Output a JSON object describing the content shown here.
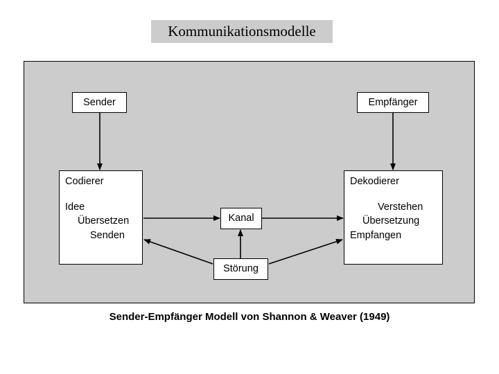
{
  "title": {
    "text": "Kommunikationsmodelle"
  },
  "caption": {
    "text": "Sender-Empfänger Modell von Shannon & Weaver (1949)"
  },
  "diagram": {
    "background_color": "#cccccc",
    "node_fill_color": "#ffffff",
    "stroke_color": "#000000",
    "nodes": {
      "sender": {
        "label": "Sender"
      },
      "empfaenger": {
        "label": "Empfänger"
      },
      "codierer": {
        "label": "Codierer",
        "lines": [
          "Idee",
          "Übersetzen",
          "Senden"
        ]
      },
      "dekodierer": {
        "label": "Dekodierer",
        "lines": [
          "Verstehen",
          "Übersetzung",
          "Empfangen"
        ]
      },
      "kanal": {
        "label": "Kanal"
      },
      "stoerung": {
        "label": "Störung"
      }
    },
    "connections": [
      {
        "from": "sender",
        "to": "codierer",
        "kind": "arrow-down"
      },
      {
        "from": "empfaenger",
        "to": "dekodierer",
        "kind": "arrow-down"
      },
      {
        "from": "codierer",
        "to": "kanal",
        "kind": "arrow-right"
      },
      {
        "from": "kanal",
        "to": "dekodierer",
        "kind": "arrow-right"
      },
      {
        "from": "stoerung",
        "to": "kanal",
        "kind": "arrow-up"
      },
      {
        "from": "stoerung",
        "to": "codierer",
        "kind": "arrow-diagonal-left"
      },
      {
        "from": "stoerung",
        "to": "dekodierer",
        "kind": "arrow-diagonal-right"
      }
    ]
  }
}
